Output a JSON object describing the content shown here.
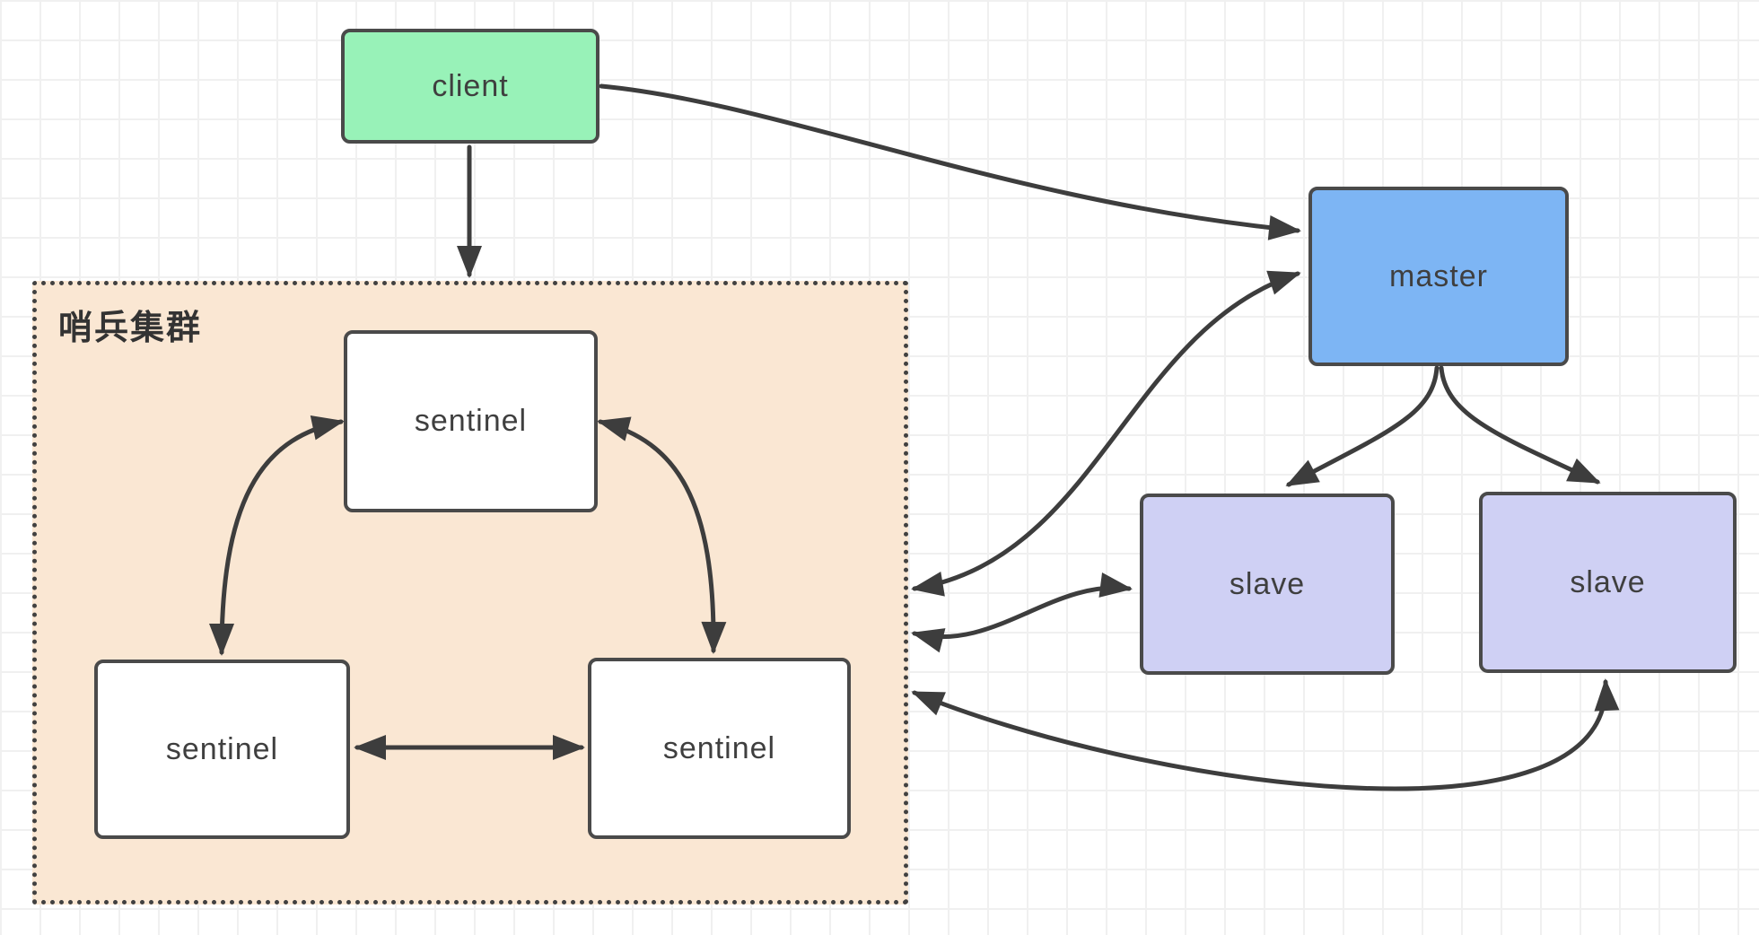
{
  "diagram": {
    "cluster": {
      "label": "哨兵集群",
      "fill": "#FAE7D3",
      "border_style": "dotted"
    },
    "nodes": {
      "client": {
        "label": "client",
        "fill": "#98F2B8"
      },
      "master": {
        "label": "master",
        "fill": "#7DB5F4"
      },
      "sentinel_top": {
        "label": "sentinel",
        "fill": "#FFFFFF"
      },
      "sentinel_bottom_left": {
        "label": "sentinel",
        "fill": "#FFFFFF"
      },
      "sentinel_bottom_right": {
        "label": "sentinel",
        "fill": "#FFFFFF"
      },
      "slave_left": {
        "label": "slave",
        "fill": "#CFD0F4"
      },
      "slave_right": {
        "label": "slave",
        "fill": "#CFD0F4"
      }
    },
    "edges": [
      {
        "from": "client",
        "to": "sentinel_cluster",
        "arrows": "single"
      },
      {
        "from": "client",
        "to": "master",
        "arrows": "single"
      },
      {
        "from": "sentinel_cluster",
        "to": "master",
        "arrows": "double"
      },
      {
        "from": "sentinel_cluster",
        "to": "slave_left",
        "arrows": "double"
      },
      {
        "from": "sentinel_cluster",
        "to": "slave_right",
        "arrows": "double"
      },
      {
        "from": "master",
        "to": "slave_left",
        "arrows": "single"
      },
      {
        "from": "master",
        "to": "slave_right",
        "arrows": "single"
      },
      {
        "from": "sentinel_top",
        "to": "sentinel_bottom_left",
        "arrows": "double"
      },
      {
        "from": "sentinel_top",
        "to": "sentinel_bottom_right",
        "arrows": "double"
      },
      {
        "from": "sentinel_bottom_left",
        "to": "sentinel_bottom_right",
        "arrows": "double"
      }
    ],
    "colors": {
      "arrow": "#3D3D3D",
      "node_border": "#4A4A4A",
      "text": "#3F3F3F",
      "grid_line": "#F0F0F0"
    }
  }
}
